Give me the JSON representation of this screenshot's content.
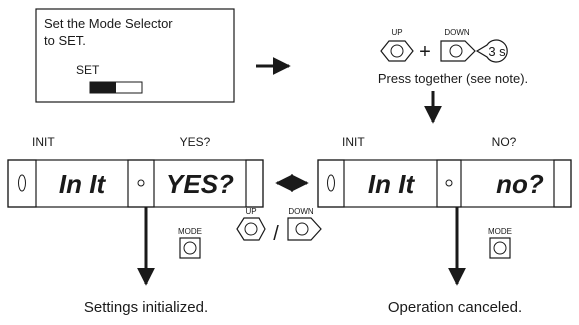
{
  "instruction_box": {
    "line1": "Set the Mode Selector",
    "line2": "to SET.",
    "switch_label": "SET"
  },
  "top_controls": {
    "up_label": "UP",
    "down_label": "DOWN",
    "plus": "+",
    "hold_time": "3 s",
    "caption": "Press together (see note)."
  },
  "left_display": {
    "label_left": "INIT",
    "label_right": "YES?",
    "segment_left": "In It",
    "segment_right": "YES?",
    "result": "Settings initialized."
  },
  "right_display": {
    "label_left": "INIT",
    "label_right": "NO?",
    "segment_left": "In It",
    "segment_right": "no?",
    "result": "Operation canceled."
  },
  "buttons": {
    "mode_label": "MODE",
    "up_label": "UP",
    "down_label": "DOWN",
    "separator": "/"
  },
  "colors": {
    "ink": "#1a1a1a",
    "background": "#ffffff"
  },
  "icons": [
    "arrow-right-icon",
    "arrow-down-icon",
    "double-arrow-icon",
    "pentagon-button-icon",
    "square-button-icon"
  ]
}
